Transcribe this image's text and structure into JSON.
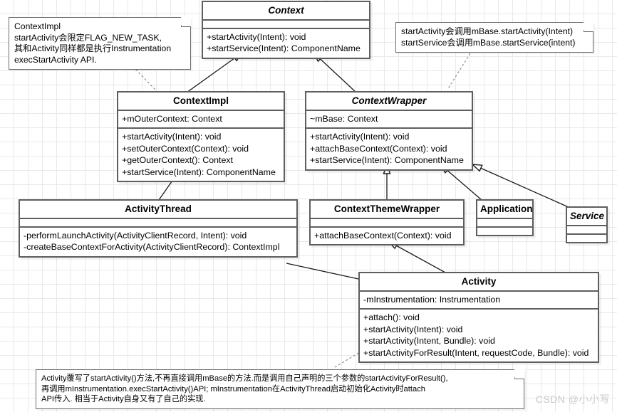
{
  "diagram": {
    "type": "uml-class-diagram",
    "watermark": "CSDN @小小写"
  },
  "notes": {
    "context_impl_note": {
      "lines": [
        "ContextImpl",
        "startActivity会限定FLAG_NEW_TASK,",
        "其和Activity同样都是执行Instrumentation",
        "execStartActivity API."
      ]
    },
    "context_wrapper_note": {
      "lines": [
        "startActivity会调用mBase.startActivity(Intent)",
        "startService会调用mBase.startService(intent)"
      ]
    },
    "activity_note": {
      "lines": [
        "Activity覆写了startActivity()方法,不再直接调用mBase的方法.而是调用自己声明的三个参数的startActivityForResult(),",
        "再调用mInstrumentation.execStartActivity()API; mInstrumentation在ActivityThread启动初始化Activity时attach",
        "API传入. 相当于Activity自身又有了自己的实现."
      ]
    }
  },
  "classes": {
    "context": {
      "name": "Context",
      "abstract": true,
      "attributes": [],
      "operations": [
        "+startActivity(Intent): void",
        "+startService(Intent): ComponentName"
      ]
    },
    "context_impl": {
      "name": "ContextImpl",
      "abstract": false,
      "attributes": [
        "+mOuterContext: Context"
      ],
      "operations": [
        "+startActivity(Intent): void",
        "+setOuterContext(Context): void",
        "+getOuterContext(): Context",
        "+startService(Intent): ComponentName"
      ]
    },
    "context_wrapper": {
      "name": "ContextWrapper",
      "abstract": true,
      "attributes": [
        "~mBase: Context"
      ],
      "operations": [
        "+startActivity(Intent): void",
        "+attachBaseContext(Context): void",
        "+startService(Intent): ComponentName"
      ]
    },
    "activity_thread": {
      "name": "ActivityThread",
      "abstract": false,
      "attributes": [],
      "operations": [
        "-performLaunchActivity(ActivityClientRecord, Intent): void",
        "-createBaseContextForActivity(ActivityClientRecord): ContextImpl"
      ]
    },
    "context_theme_wrapper": {
      "name": "ContextThemeWrapper",
      "abstract": false,
      "attributes": [],
      "operations": [
        "+attachBaseContext(Context): void"
      ]
    },
    "application": {
      "name": "Application",
      "abstract": false,
      "attributes": [],
      "operations": []
    },
    "service": {
      "name": "Service",
      "abstract": true,
      "attributes": [],
      "operations": []
    },
    "activity": {
      "name": "Activity",
      "abstract": false,
      "attributes": [
        "-mInstrumentation: Instrumentation"
      ],
      "operations": [
        "+attach(): void",
        "+startActivity(Intent): void",
        "+startActivity(Intent, Bundle): void",
        "+startActivityForResult(Intent, requestCode, Bundle): void"
      ]
    }
  },
  "relations": [
    {
      "from": "ContextImpl",
      "to": "Context",
      "kind": "generalization"
    },
    {
      "from": "ContextWrapper",
      "to": "Context",
      "kind": "generalization"
    },
    {
      "from": "ContextThemeWrapper",
      "to": "ContextWrapper",
      "kind": "generalization"
    },
    {
      "from": "Application",
      "to": "ContextWrapper",
      "kind": "generalization"
    },
    {
      "from": "Service",
      "to": "ContextWrapper",
      "kind": "generalization"
    },
    {
      "from": "Activity",
      "to": "ContextThemeWrapper",
      "kind": "generalization"
    },
    {
      "from": "ActivityThread",
      "to": "ContextImpl",
      "kind": "association"
    },
    {
      "from": "ActivityThread",
      "to": "Activity",
      "kind": "association"
    }
  ]
}
